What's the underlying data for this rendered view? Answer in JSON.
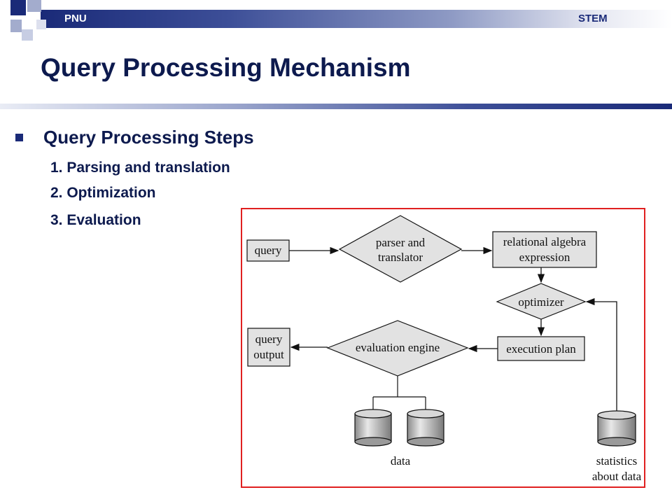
{
  "header": {
    "left_label": "PNU",
    "right_label": "STEM"
  },
  "slide": {
    "title": "Query Processing Mechanism",
    "section_heading": "Query Processing Steps",
    "steps": [
      "1. Parsing and translation",
      "2. Optimization",
      "3. Evaluation"
    ]
  },
  "diagram": {
    "query": "query",
    "parser_line1": "parser and",
    "parser_line2": "translator",
    "rel_line1": "relational algebra",
    "rel_line2": "expression",
    "optimizer": "optimizer",
    "execution_plan": "execution plan",
    "evaluation_engine": "evaluation engine",
    "output_line1": "query",
    "output_line2": "output",
    "data": "data",
    "stats_line1": "statistics",
    "stats_line2": "about data"
  }
}
